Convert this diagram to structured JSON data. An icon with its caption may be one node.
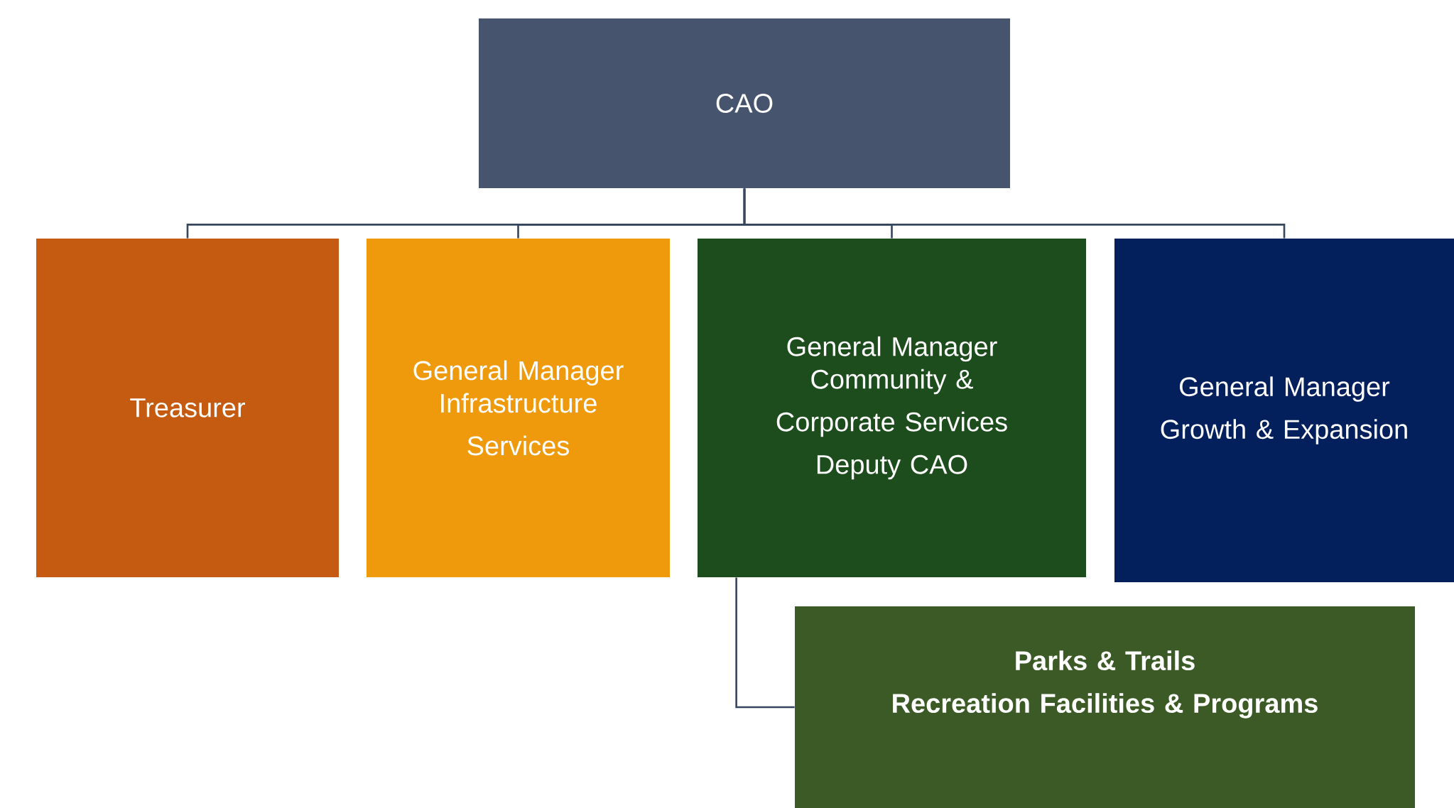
{
  "diagram": {
    "nodes": [
      {
        "text": [
          "CAO"
        ]
      },
      {
        "text": [
          "Treasurer"
        ]
      },
      {
        "text": [
          "General Manager Infrastructure",
          "Services"
        ]
      },
      {
        "text": [
          "General Manager Community &",
          "Corporate Services",
          "Deputy CAO"
        ]
      },
      {
        "text": [
          "General Manager",
          "Growth & Expansion"
        ]
      },
      {
        "text": [
          "Parks & Trails",
          "Recreation Facilities & Programs"
        ]
      }
    ],
    "edges": [
      {
        "from": 0,
        "to": 1,
        "arrow": "none"
      },
      {
        "from": 0,
        "to": 2,
        "arrow": "none"
      },
      {
        "from": 0,
        "to": 3,
        "arrow": "none"
      },
      {
        "from": 0,
        "to": 4,
        "arrow": "none"
      },
      {
        "from": 3,
        "to": 5,
        "arrow": "none"
      }
    ]
  }
}
